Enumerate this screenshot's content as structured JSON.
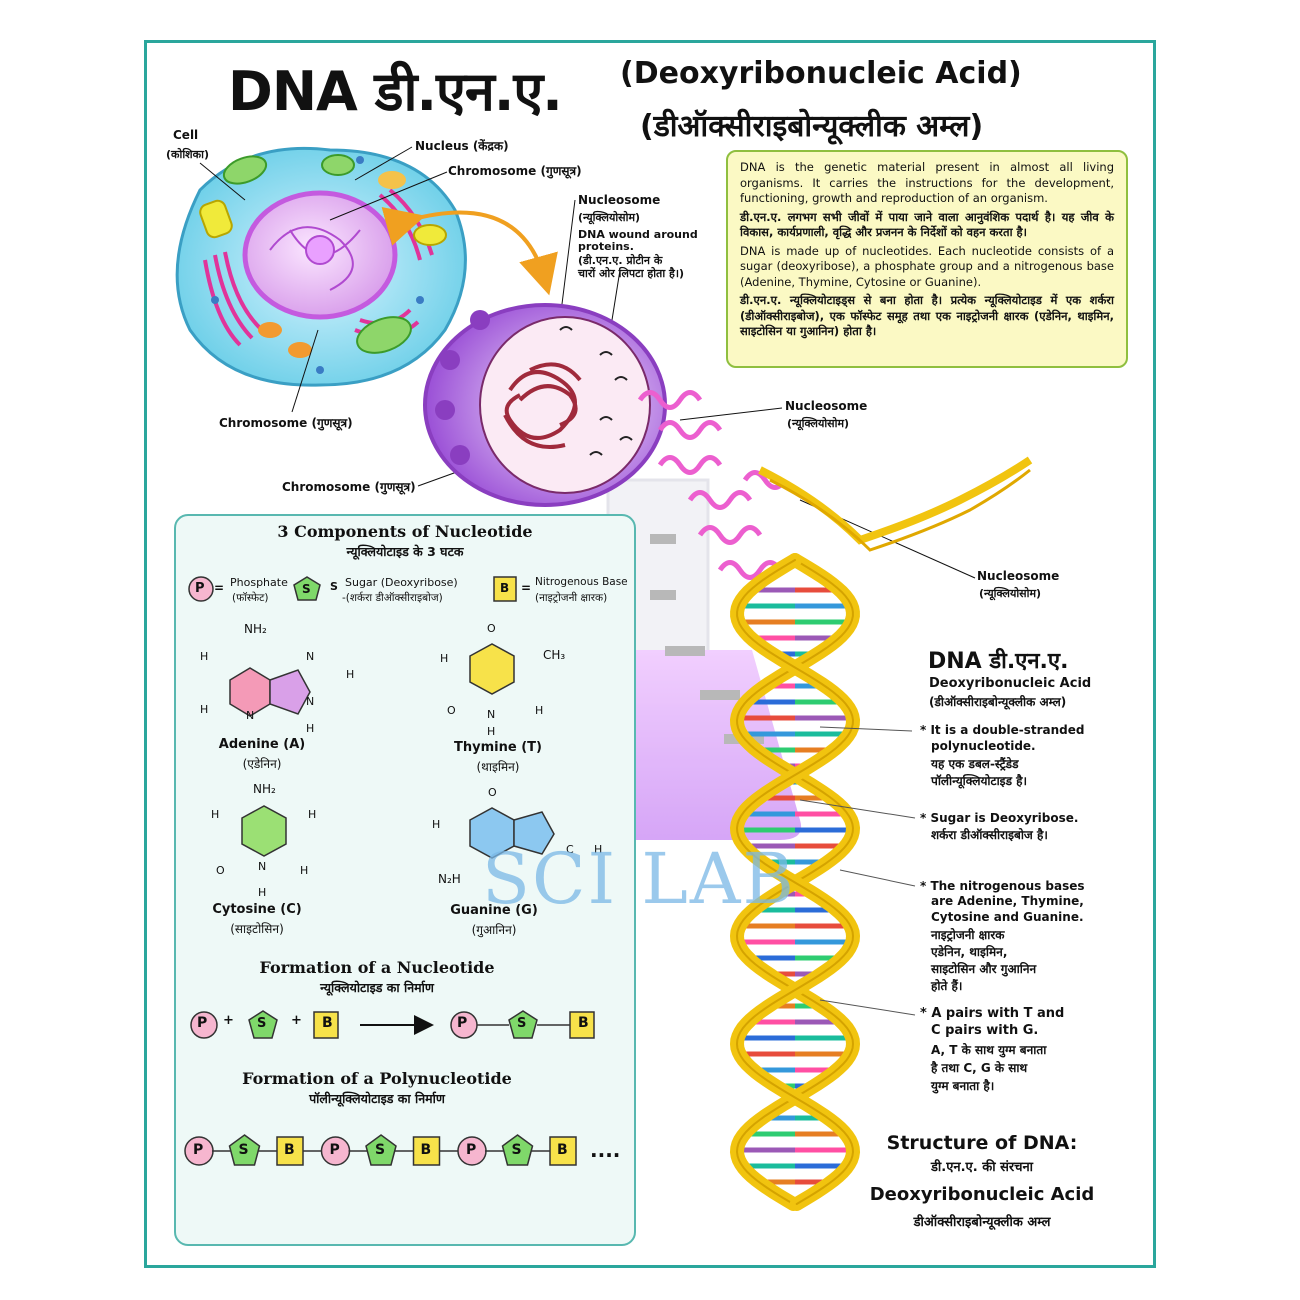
{
  "title": {
    "main": "DNA डी.एन.ए.",
    "english": "(Deoxyribonucleic Acid)",
    "hindi": "(डीऑक्सीराइबोन्यूक्लीक अम्ल)"
  },
  "cell_labels": {
    "cell": "Cell",
    "cell_hindi": "(कोशिका)",
    "nucleus": "Nucleus (केंद्रक)",
    "chromosome_top": "Chromosome (गुणसूत्र)",
    "chromosome_left": "Chromosome (गुणसूत्र)",
    "chromosome_bottom": "Chromosome (गुणसूत्र)",
    "nucleosome": "Nucleosome",
    "nucleosome_hindi": "(न्यूक्लियोसोम)",
    "nucleosome_desc_1": "DNA wound around",
    "nucleosome_desc_2": "proteins.",
    "nucleosome_desc_h1": "(डी.एन.ए. प्रोटीन के",
    "nucleosome_desc_h2": "चारों ओर लिपटा होता है।)",
    "nucleosome_mid": "Nucleosome",
    "nucleosome_mid_hindi": "(न्यूक्लियोसोम)",
    "nucleosome_low": "Nucleosome",
    "nucleosome_low_hindi": "(न्यूक्लियोसोम)"
  },
  "info": {
    "p1": "DNA is the genetic material present in almost all living organisms. It carries the instructions for the development, functioning, growth and reproduction of an organism.",
    "p2": "डी.एन.ए. लगभग सभी जीवों में पाया जाने वाला आनुवंशिक पदार्थ है। यह जीव के विकास, कार्यप्रणाली, वृद्धि और प्रजनन के निर्देशों को वहन करता है।",
    "p3": "DNA is made up of nucleotides. Each nucleotide consists of a sugar (deoxyribose), a phosphate group and a nitrogenous base (Adenine, Thymine, Cytosine or Guanine).",
    "p4": "डी.एन.ए. न्यूक्लियोटाइड्स से बना होता है। प्रत्येक न्यूक्लियोटाइड में एक शर्करा (डीऑक्सीराइबोज), एक फॉस्फेट समूह तथा एक नाइट्रोजनी क्षारक (एडेनिन, थाइमिन, साइटोसिन या गुआनिन) होता है।"
  },
  "components": {
    "title": "3 Components of Nucleotide",
    "title_hindi": "न्यूक्लियोटाइड के 3 घटक",
    "p_symbol": "P",
    "s_symbol": "S",
    "b_symbol": "B",
    "equals": "=",
    "phosphate": "Phosphate",
    "phosphate_hindi": "(फॉस्फेट)",
    "sugar": "Sugar (Deoxyribose)",
    "sugar_hindi": "-(शर्करा डीऑक्सीराइबोज)",
    "base": "Nitrogenous Base",
    "base_hindi": "(नाइट्रोजनी क्षारक)"
  },
  "molecules": {
    "adenine": "Adenine (A)",
    "adenine_hindi": "(एडेनिन)",
    "thymine": "Thymine (T)",
    "thymine_hindi": "(थाइमिन)",
    "cytosine": "Cytosine (C)",
    "cytosine_hindi": "(साइटोसिन)",
    "guanine": "Guanine (G)",
    "guanine_hindi": "(गुआनिन)"
  },
  "atoms": {
    "H": "H",
    "N": "N",
    "O": "O",
    "C": "C",
    "NH2": "NH₂",
    "CH3": "CH₃",
    "N2H": "N₂H"
  },
  "formation": {
    "title": "Formation of a Nucleotide",
    "title_hindi": "न्यूक्लियोटाइड का निर्माण",
    "plus": "+",
    "poly_title": "Formation of a Polynucleotide",
    "poly_title_hindi": "पॉलीन्यूक्लियोटाइड का निर्माण",
    "dots": "....",
    "chain": [
      "P",
      "S",
      "B",
      "P",
      "S",
      "B",
      "P",
      "S",
      "B"
    ]
  },
  "watermark": "SCI LAB",
  "right": {
    "dna": "DNA डी.एन.ए.",
    "dna_en": "Deoxyribonucleic Acid",
    "dna_hi": "(डीऑक्सीराइबोन्यूक्लीक अम्ल)",
    "f1_a": "* It is a double-stranded",
    "f1_b": "polynucleotide.",
    "f1_h1": "यह एक डबल-स्ट्रैंडेड",
    "f1_h2": "पॉलीन्यूक्लियोटाइड है।",
    "f2_a": "* Sugar is Deoxyribose.",
    "f2_h1": "शर्करा डीऑक्सीराइबोज है।",
    "f3_a": "* The nitrogenous bases",
    "f3_b": "are Adenine, Thymine,",
    "f3_c": "Cytosine and Guanine.",
    "f3_h1": "नाइट्रोजनी क्षारक",
    "f3_h2": "एडेनिन, थाइमिन,",
    "f3_h3": "साइटोसिन और गुआनिन",
    "f3_h4": "होते हैं।",
    "f4_a": "* A pairs with T and",
    "f4_b": "C pairs with G.",
    "f4_h1": "A, T के साथ युग्म बनाता",
    "f4_h2": "है तथा C, G के साथ",
    "f4_h3": "युग्म बनाता है।",
    "struct": "Structure of DNA:",
    "struct_hi": "डी.एन.ए. की संरचना",
    "struct_en": "Deoxyribonucleic Acid",
    "struct_hi2": "डीऑक्सीराइबोन्यूक्लीक अम्ल"
  },
  "colors": {
    "border": "#2aa69c",
    "phosphate": "#f6b6cf",
    "sugar": "#7fd86a",
    "base": "#f7e24a",
    "helix": "#f1c40f"
  }
}
